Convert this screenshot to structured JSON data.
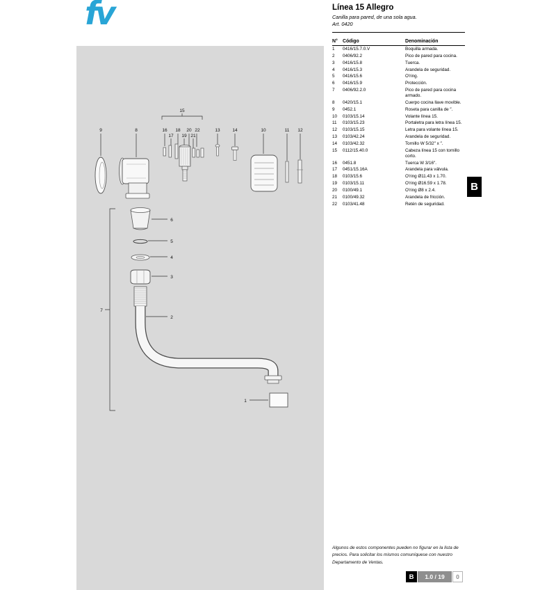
{
  "brand": {
    "logo_text": "fv",
    "color": "#29a5d6"
  },
  "header": {
    "title": "Línea 15 Allegro",
    "subtitle": "Canilla para pared, de una sola agua.",
    "art_no": "Art. 0420"
  },
  "parts_table": {
    "headers": [
      "N°",
      "Código",
      "Denominación"
    ],
    "rows": [
      {
        "n": "1",
        "codigo": "0416/15.7.0.V",
        "den": "Boquilla armada."
      },
      {
        "n": "2",
        "codigo": "0406/92.2",
        "den": "Pico de pared para cocina."
      },
      {
        "n": "3",
        "codigo": "0416/15.8",
        "den": "Tuerca."
      },
      {
        "n": "4",
        "codigo": "0416/15.3",
        "den": "Arandela de seguridad."
      },
      {
        "n": "5",
        "codigo": "0416/15.6",
        "den": "O'ring."
      },
      {
        "n": "6",
        "codigo": "0416/15.9",
        "den": "Protección."
      },
      {
        "n": "7",
        "codigo": "0406/92.2.0",
        "den": "Pico de pared para cocina armado."
      },
      {
        "n": "8",
        "codigo": "0420/15.1",
        "den": "Cuerpo cocina llave movible."
      },
      {
        "n": "9",
        "codigo": "0452.1",
        "den": "Roseta para canilla de ″."
      },
      {
        "n": "10",
        "codigo": "0103/15.14",
        "den": "Volante línea 15."
      },
      {
        "n": "11",
        "codigo": "0103/15.23",
        "den": "Portaletra para letra línea 15."
      },
      {
        "n": "12",
        "codigo": "0103/15.15",
        "den": "Letra para volante línea 15."
      },
      {
        "n": "13",
        "codigo": "0103/42.24",
        "den": "Arandela de seguridad."
      },
      {
        "n": "14",
        "codigo": "0103/42.32",
        "den": "Tornillo W 5/32″ x ″."
      },
      {
        "n": "15",
        "codigo": "0112/15.40.0",
        "den": "Cabeza línea 15 con tornillo corto."
      },
      {
        "n": "16",
        "codigo": "0451.8",
        "den": "Tuerca W 3/16″."
      },
      {
        "n": "17",
        "codigo": "0451/15.16A",
        "den": "Arandela para válvula."
      },
      {
        "n": "18",
        "codigo": "0103/15.6",
        "den": "O'ring Ø11.43 x 1.70."
      },
      {
        "n": "19",
        "codigo": "0103/15.11",
        "den": "O'ring Ø16.59 x 1.78."
      },
      {
        "n": "20",
        "codigo": "0100/49.1",
        "den": "O'ring Ø8 x 2.4."
      },
      {
        "n": "21",
        "codigo": "0100/49.32",
        "den": "Arandela de fricción."
      },
      {
        "n": "22",
        "codigo": "0103/41.48",
        "den": "Retén de seguridad."
      }
    ]
  },
  "section_tab": {
    "label": "B"
  },
  "diagram": {
    "labels": {
      "1": "1",
      "2": "2",
      "3": "3",
      "4": "4",
      "5": "5",
      "6": "6",
      "7": "7",
      "8": "8",
      "9": "9",
      "10": "10",
      "11": "11",
      "12": "12",
      "13": "13",
      "14": "14",
      "15": "15",
      "16": "16",
      "17": "17",
      "18": "18",
      "19": "19",
      "20": "20",
      "21": "21",
      "22": "22"
    }
  },
  "footer": {
    "note": "Algunos de estos componentes pueden no figurar en la lista de precios. Para solicitar los mismos comuníquese con nuestro Departamento de Ventas.",
    "page_letter": "B",
    "page_ref": "1.0 / 19",
    "page_extra": "0"
  }
}
